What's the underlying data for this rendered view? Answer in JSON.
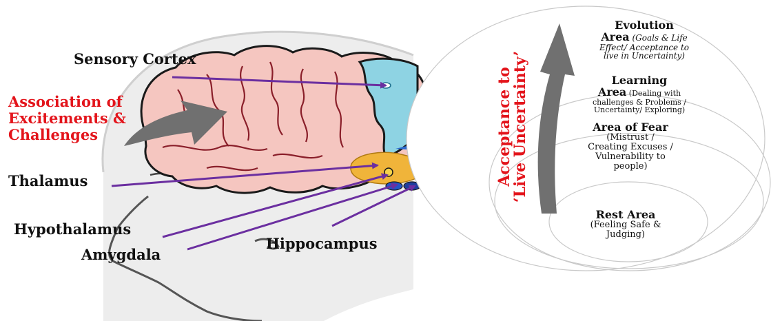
{
  "labels": {
    "sensory_cortex": "Sensory Cortex",
    "association": [
      "Association of",
      "Excitements &",
      "Challenges"
    ],
    "thalamus": "Thalamus",
    "hypothalamus": "Hypothalamus",
    "amygdala": "Amygdala",
    "hippocampus": "Hippocampus"
  },
  "acceptance": [
    "Acceptance to",
    "‘Live Uncertainty’"
  ],
  "zones": {
    "evolution": {
      "title_1": "Evolution",
      "title_2": "Area",
      "desc_1": "(Goals & Life",
      "desc_2": "Effect/ Acceptance to",
      "desc_3": "live in Uncertainty)"
    },
    "learning": {
      "title_1": "Learning",
      "title_2": "Area",
      "desc_1": "(Dealing with",
      "desc_2": "challenges & Problems /",
      "desc_3": "Uncertainty/ Exploring)"
    },
    "fear": {
      "title": "Area of Fear",
      "desc_1": "(Mistrust /",
      "desc_2": "Creating Excuses /",
      "desc_3": "Vulnerability to",
      "desc_4": "people)"
    },
    "rest": {
      "title": "Rest Area",
      "desc_1": "(Feeling Safe &",
      "desc_2": "Judging)"
    }
  },
  "colors": {
    "label_red": "#e3141b",
    "arrow_purple": "#6b2fa0",
    "brain_pink": "#f5c6c0",
    "sensory_blue": "#8ed3e3",
    "thalamus_orange": "#f0b43a",
    "big_arrow_gray": "#707070"
  }
}
